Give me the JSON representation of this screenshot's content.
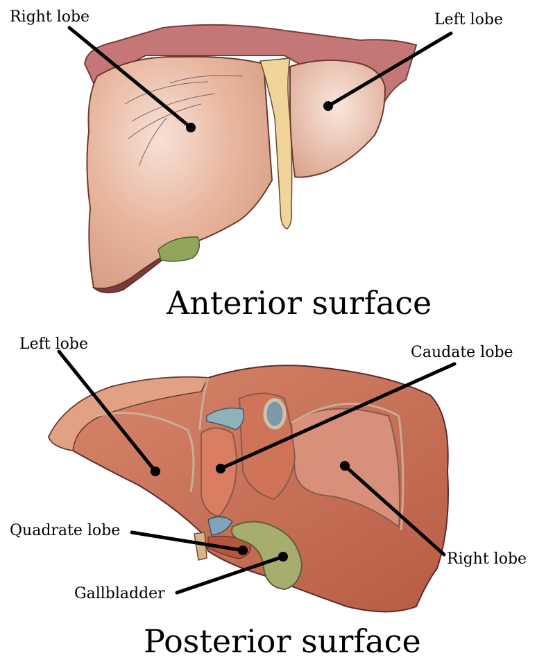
{
  "anterior": {
    "title": "Anterior surface",
    "labels": {
      "right_lobe": "Right lobe",
      "left_lobe": "Left lobe"
    }
  },
  "posterior": {
    "title": "Posterior surface",
    "labels": {
      "left_lobe": "Left lobe",
      "caudate_lobe": "Caudate lobe",
      "quadrate_lobe": "Quadrate lobe",
      "right_lobe": "Right lobe",
      "gallbladder": "Gallbladder"
    }
  },
  "colors": {
    "liver_anterior": "#e9b29a",
    "liver_posterior": "#c8775f",
    "ligament": "#f0d49a",
    "gallbladder": "#a6ad6e",
    "capsule": "#d68c88"
  }
}
